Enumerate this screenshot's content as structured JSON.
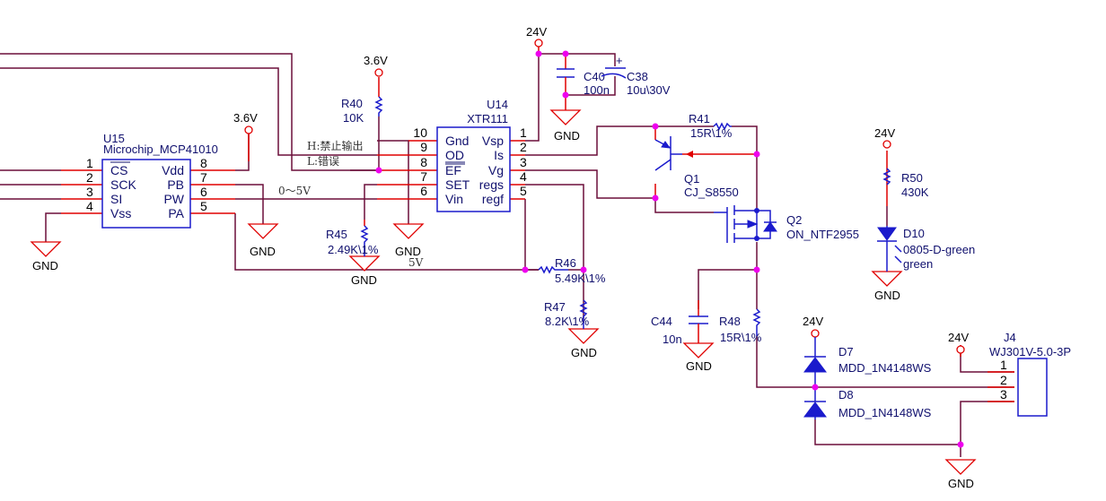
{
  "power": {
    "v36": "3.6V",
    "v24": "24V",
    "gnd": "GND"
  },
  "u15": {
    "ref": "U15",
    "value": "Microchip_MCP41010",
    "left_pins": [
      {
        "num": "1",
        "name": "CS"
      },
      {
        "num": "2",
        "name": "SCK"
      },
      {
        "num": "3",
        "name": "SI"
      },
      {
        "num": "4",
        "name": "Vss"
      }
    ],
    "right_pins": [
      {
        "num": "8",
        "name": "Vdd"
      },
      {
        "num": "7",
        "name": "PB"
      },
      {
        "num": "6",
        "name": "PW"
      },
      {
        "num": "5",
        "name": "PA"
      }
    ]
  },
  "u14": {
    "ref": "U14",
    "value": "XTR111",
    "left_pins": [
      {
        "num": "10",
        "name": "Gnd"
      },
      {
        "num": "9",
        "name": "OD"
      },
      {
        "num": "8",
        "name": "EF"
      },
      {
        "num": "7",
        "name": "SET"
      },
      {
        "num": "6",
        "name": "Vin"
      }
    ],
    "right_pins": [
      {
        "num": "1",
        "name": "Vsp"
      },
      {
        "num": "2",
        "name": "Is"
      },
      {
        "num": "3",
        "name": "Vg"
      },
      {
        "num": "4",
        "name": "regs"
      },
      {
        "num": "5",
        "name": "regf"
      }
    ]
  },
  "nets": {
    "od_note": "H:禁止输出",
    "ef_note": "L:错误",
    "vin_note": "0～5V",
    "v5_note": "5V"
  },
  "resistors": {
    "r40": {
      "ref": "R40",
      "value": "10K"
    },
    "r41": {
      "ref": "R41",
      "value": "15R\\1%"
    },
    "r45": {
      "ref": "R45",
      "value": "2.49K\\1%"
    },
    "r46": {
      "ref": "R46",
      "value": "5.49K\\1%"
    },
    "r47": {
      "ref": "R47",
      "value": "8.2K\\1%"
    },
    "r48": {
      "ref": "R48",
      "value": "15R\\1%"
    },
    "r50": {
      "ref": "R50",
      "value": "430K"
    }
  },
  "capacitors": {
    "c40": {
      "ref": "C40",
      "value": "100n"
    },
    "c38": {
      "ref": "C38",
      "value": "10u\\30V",
      "polarity": "+"
    },
    "c44": {
      "ref": "C44",
      "value": "10n"
    }
  },
  "transistors": {
    "q1": {
      "ref": "Q1",
      "value": "CJ_S8550"
    },
    "q2": {
      "ref": "Q2",
      "value": "ON_NTF2955"
    }
  },
  "diodes": {
    "d10": {
      "ref": "D10",
      "value": "0805-D-green",
      "color": "green"
    },
    "d7": {
      "ref": "D7",
      "value": "MDD_1N4148WS"
    },
    "d8": {
      "ref": "D8",
      "value": "MDD_1N4148WS"
    }
  },
  "connector": {
    "ref": "J4",
    "value": "WJ301V-5.0-3P",
    "pins": [
      "1",
      "2",
      "3"
    ]
  },
  "colors": {
    "wire": "#6b0f3a",
    "pin": "#e00000",
    "body": "#1a1acc",
    "junction": "#ee00ee"
  }
}
